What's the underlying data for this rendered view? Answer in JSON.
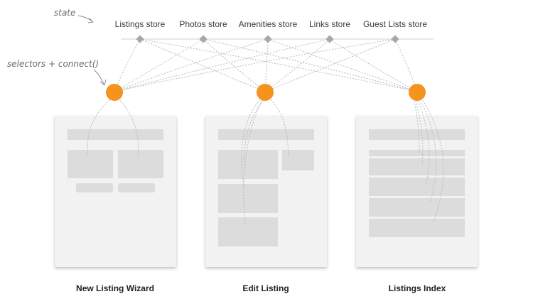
{
  "annotations": {
    "state": "state",
    "selectors": "selectors + connect()"
  },
  "stores": [
    "Listings store",
    "Photos store",
    "Amenities store",
    "Links store",
    "Guest Lists store"
  ],
  "pages": [
    "New Listing Wizard",
    "Edit Listing",
    "Listings Index"
  ],
  "colors": {
    "selector_node": "#f4941f",
    "store_node": "#a8a8a8",
    "card": "#f2f2f2",
    "block": "#dcdcdc"
  }
}
